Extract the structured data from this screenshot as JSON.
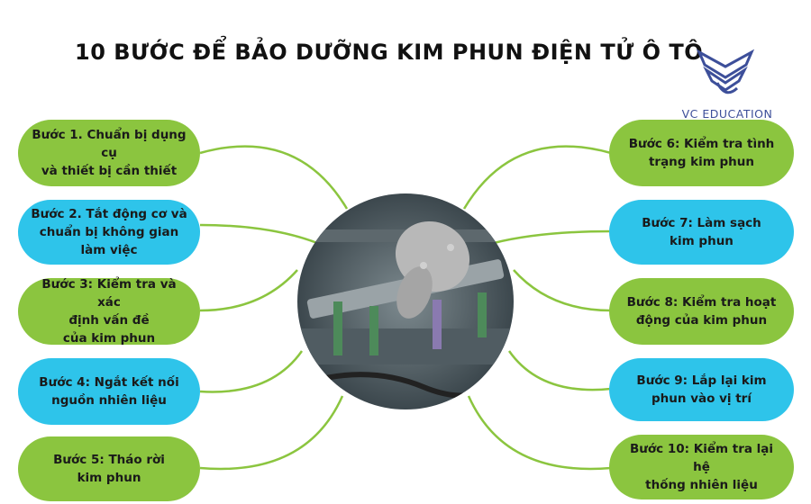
{
  "title": "10 BƯỚC ĐỂ BẢO DƯỠNG KIM PHUN ĐIỆN TỬ Ô TÔ",
  "logo": {
    "icon": "vc-education-logo-icon",
    "text": "VC EDUCATION",
    "color": "#3d4f9a"
  },
  "steps_left": [
    {
      "label": "Bước 1. Chuẩn bị dụng cụ\nvà thiết bị cần thiết",
      "color": "#8bc53f"
    },
    {
      "label": "Bước 2. Tắt động cơ và\nchuẩn bị không gian\nlàm việc",
      "color": "#2ec4ea"
    },
    {
      "label": "Bước 3: Kiểm tra và xác\nđịnh vấn đề\ncủa kim phun",
      "color": "#8bc53f"
    },
    {
      "label": "Bước 4: Ngắt kết nối\nnguồn nhiên liệu",
      "color": "#2ec4ea"
    },
    {
      "label": "Bước 5: Tháo rời\nkim phun",
      "color": "#8bc53f"
    }
  ],
  "steps_right": [
    {
      "label": "Bước 6: Kiểm tra tình\ntrạng kim phun",
      "color": "#8bc53f"
    },
    {
      "label": "Bước 7: Làm sạch\nkim phun",
      "color": "#2ec4ea"
    },
    {
      "label": "Bước 8: Kiểm tra hoạt\nđộng của kim phun",
      "color": "#8bc53f"
    },
    {
      "label": "Bước 9: Lắp lại kim\nphun vào vị trí",
      "color": "#2ec4ea"
    },
    {
      "label": "Bước 10: Kiểm tra lại hệ\nthống nhiên liệu",
      "color": "#8bc53f"
    }
  ],
  "center_image": {
    "subject": "engine-fuel-injector-photo"
  }
}
